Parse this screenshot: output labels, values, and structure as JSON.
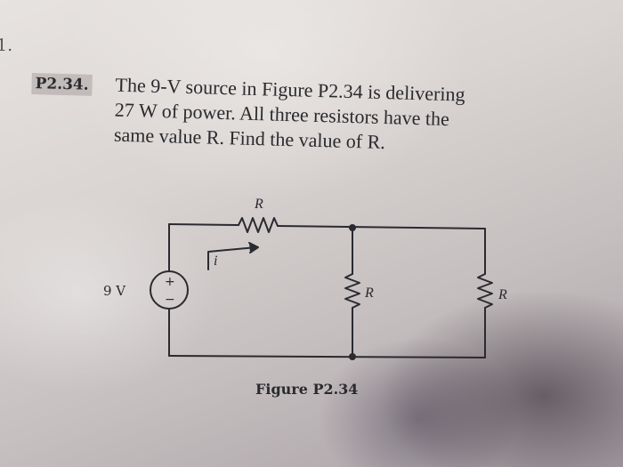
{
  "page": {
    "page_fragment": "1."
  },
  "problem": {
    "id": "P2.34.",
    "lines": [
      "The 9-V source in Figure P2.34 is delivering",
      "27 W of power. All three resistors have the",
      "same value R. Find the value of R."
    ]
  },
  "figure": {
    "caption": "Figure P2.34",
    "source_label": "9 V",
    "source_plus": "+",
    "source_minus": "−",
    "current_label": "i",
    "resistor_labels": [
      "R",
      "R",
      "R"
    ]
  }
}
